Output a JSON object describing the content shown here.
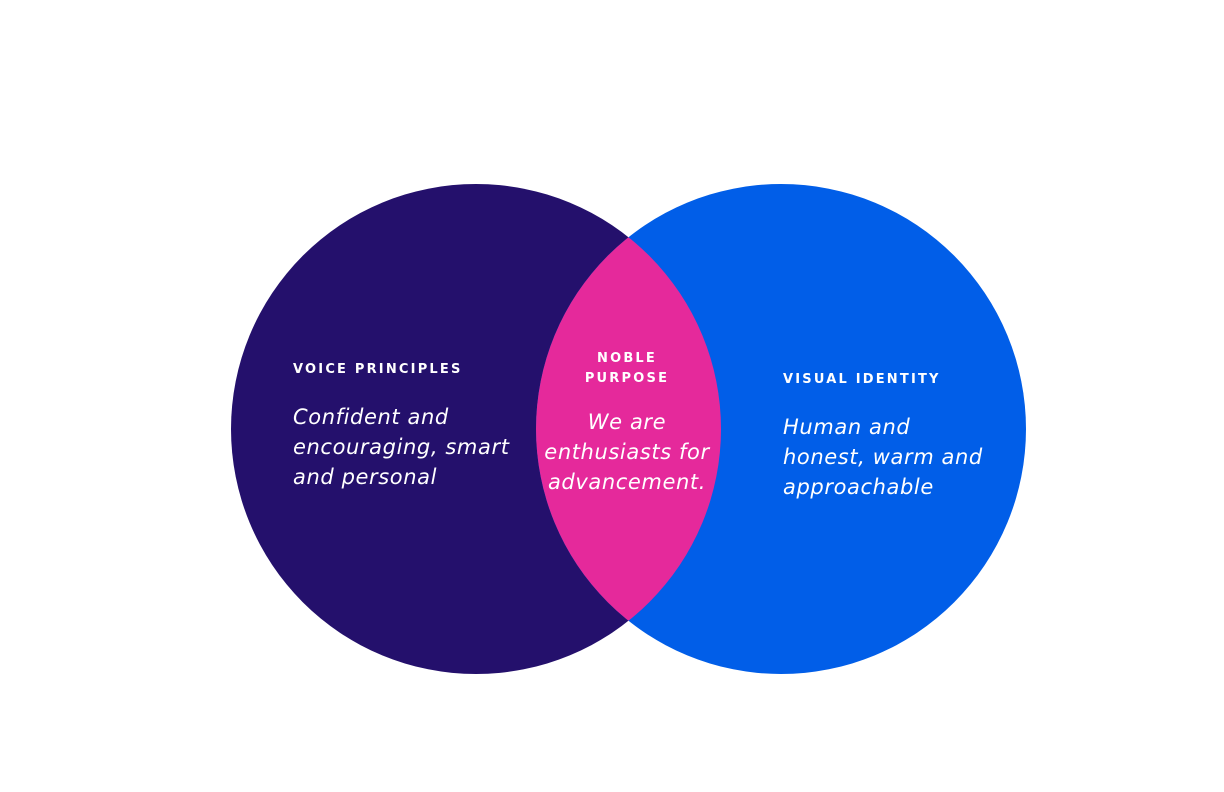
{
  "colors": {
    "left_circle": "#24106c",
    "right_circle": "#015ee8",
    "overlap": "#e5299b",
    "text": "#ffffff",
    "background": "#ffffff"
  },
  "left": {
    "heading": "VOICE PRINCIPLES",
    "lines": [
      "Confident and",
      "encouraging, smart",
      "and personal"
    ]
  },
  "center": {
    "heading_lines": [
      "NOBLE",
      "PURPOSE"
    ],
    "lines": [
      "We are",
      "enthusiasts for",
      "advancement."
    ]
  },
  "right": {
    "heading": "VISUAL IDENTITY",
    "lines": [
      "Human and",
      "honest, warm and",
      "approachable"
    ]
  }
}
